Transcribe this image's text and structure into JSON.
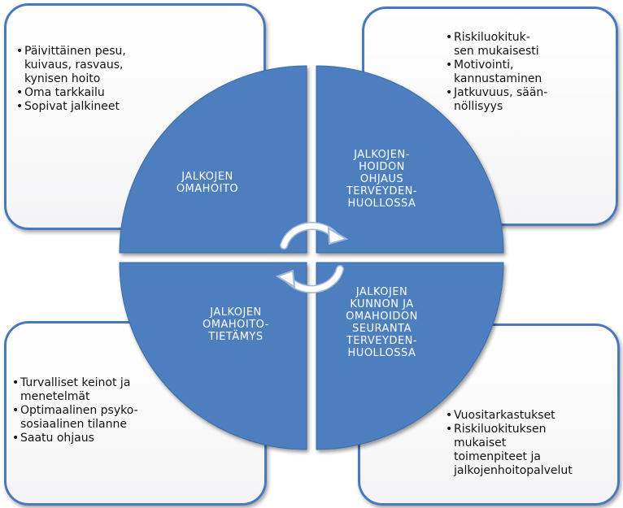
{
  "quadrants": {
    "top_left": "JALKOJEN\nOMAHOITO",
    "top_right": "JALKOJEN-\nHOIDON\nOHJAUS\nTERVEYDEN-\nHUOLLOSSA",
    "bottom_left": "JALKOJEN\nOMAHOITO-\nTIETÄMYS",
    "bottom_right": "JALKOJEN\nKUNNON JA\nOMAHOIDON\nSEURANTA\nTERVEYDEN-\nHUOLLOSSA"
  },
  "cards": {
    "top_left": [
      "Päivittäinen pesu,\nkuivaus, rasvaus,\nkynisen hoito",
      "Oma tarkkailu",
      "Sopivat jalkineet"
    ],
    "top_right": [
      "Riskiluokituk-\nsen mukaisesti",
      "Motivointi,\nkannustaminen",
      "Jatkuvuus, sään-\nnöllisyys"
    ],
    "bottom_left": [
      "Turvalliset keinot ja\nmenetelmät",
      "Optimaalinen psyko-\nsosiaalinen tilanne",
      "Saatu ohjaus"
    ],
    "bottom_right": [
      "Vuositarkastukset",
      "Riskiluokituksen\nmukaiset\ntoimenpiteet ja\njalkojenhoitopalvelut"
    ]
  },
  "colors": {
    "quadrant_fill": "#4d7fbf",
    "card_border": "#4a78bd",
    "label_text": "#ffffff"
  }
}
